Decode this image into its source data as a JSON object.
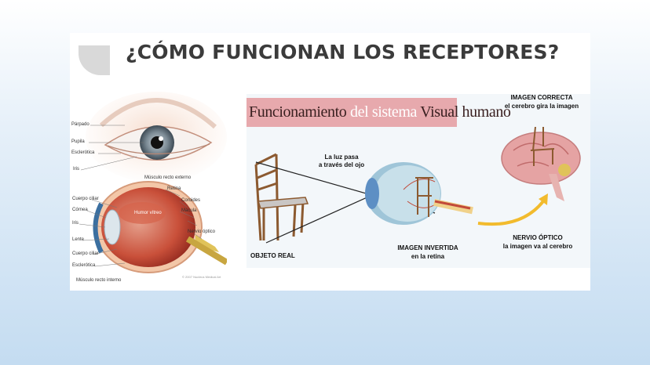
{
  "title": "¿CÓMO FUNCIONAN LOS RECEPTORES?",
  "eye_labels": {
    "parpado": "Párpado",
    "pupila": "Pupila",
    "esclerotica_top": "Esclerótica",
    "iris_top": "Iris",
    "musculo_externo": "Músculo recto externo",
    "retina": "Retina",
    "cuerpo_ciliar_1": "Cuerpo ciliar",
    "coroides": "Coroides",
    "cornea": "Córnea",
    "humor_vitreo": "Humor vítreo",
    "macula": "Mácula",
    "iris_bottom": "Iris",
    "nervio_optico": "Nervio óptico",
    "lente": "Lente",
    "cuerpo_ciliar_2": "Cuerpo ciliar",
    "esclerotica_bottom": "Esclerótica",
    "musculo_interno": "Músculo recto interno",
    "copyright": "© 2007 Nucleus Medical Art"
  },
  "banner": {
    "part1": "Funcionamiento",
    "part2": "del sistema",
    "part3": "Visual humano"
  },
  "captions": {
    "luz_1": "La luz pasa",
    "luz_2": "a través del ojo",
    "objeto": "OBJETO REAL",
    "invertida_1": "IMAGEN INVERTIDA",
    "invertida_2": "en la retina",
    "correcta_1": "IMAGEN CORRECTA",
    "correcta_2": "el cerebro gira la imagen",
    "nervio_1": "NERVIO ÓPTICO",
    "nervio_2": "la imagen va al cerebro"
  }
}
